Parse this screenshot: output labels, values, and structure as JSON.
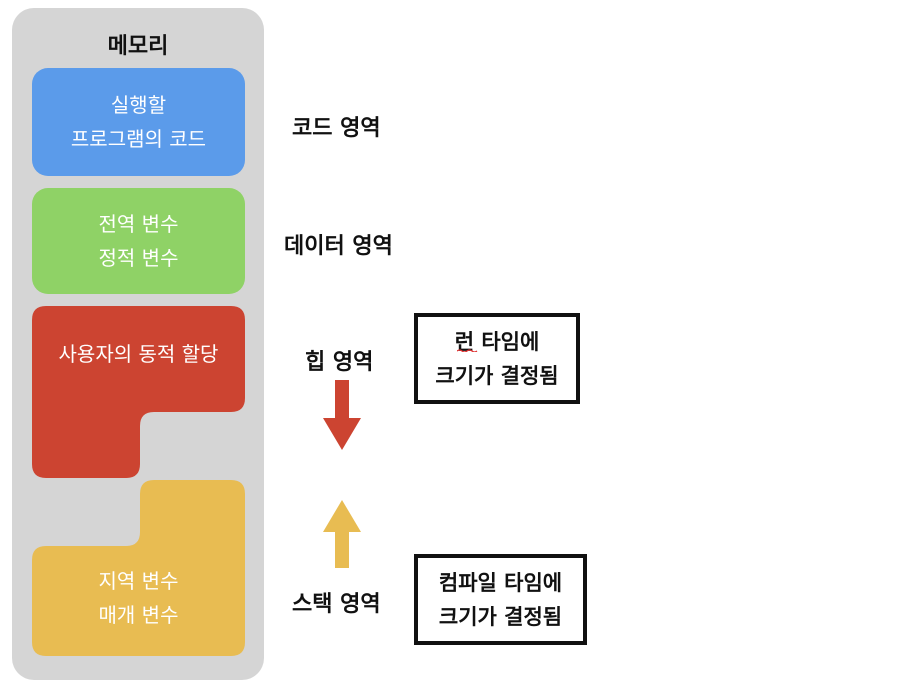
{
  "memory": {
    "title": "메모리",
    "code_block": {
      "line1": "실행할",
      "line2": "프로그램의 코드",
      "color": "#5b9bea"
    },
    "data_block": {
      "line1": "전역 변수",
      "line2": "정적 변수",
      "color": "#8fd266"
    },
    "heap_block": {
      "label": "사용자의 동적 할당",
      "color": "#cc4431"
    },
    "stack_block": {
      "line1": "지역 변수",
      "line2": "매개 변수",
      "color": "#e8bc52"
    }
  },
  "regions": {
    "code": "코드 영역",
    "data": "데이터 영역",
    "heap": "힙 영역",
    "stack": "스택 영역"
  },
  "notes": {
    "runtime": {
      "line1_word": "런",
      "line1_rest": " 타임에",
      "line2": "크기가 결정됨"
    },
    "compile": {
      "line1": "컴파일 타임에",
      "line2": "크기가 결정됨"
    }
  },
  "arrows": {
    "heap_direction": "down",
    "heap_color": "#cc4431",
    "stack_direction": "up",
    "stack_color": "#e8bc52"
  }
}
